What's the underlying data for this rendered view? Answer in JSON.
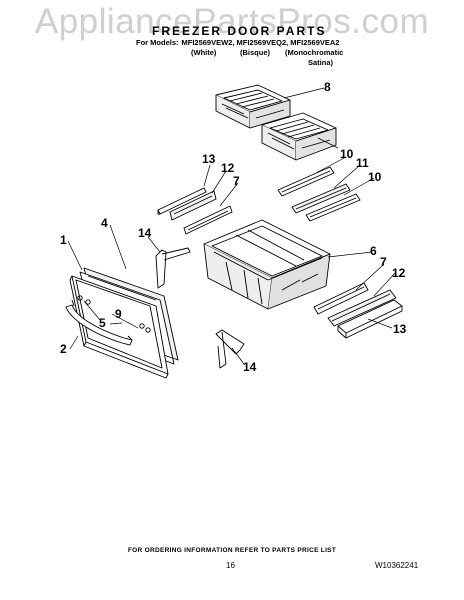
{
  "watermark": "AppliancePartsPros.com",
  "header": {
    "title": "FREEZER DOOR PARTS",
    "models_label": "For Models:",
    "models": "MFI2569VEW2, MFI2569VEQ2, MFI2569VEA2",
    "variants": [
      "(White)",
      "(Bisque)",
      "(Monochromatic",
      "Satina)"
    ]
  },
  "callouts": [
    "1",
    "2",
    "4",
    "5",
    "6",
    "7",
    "8",
    "9",
    "10",
    "11",
    "12",
    "13",
    "14"
  ],
  "footer": {
    "ordering_note": "FOR ORDERING INFORMATION REFER TO PARTS PRICE LIST",
    "page_number": "16",
    "doc_id": "W10362241"
  }
}
